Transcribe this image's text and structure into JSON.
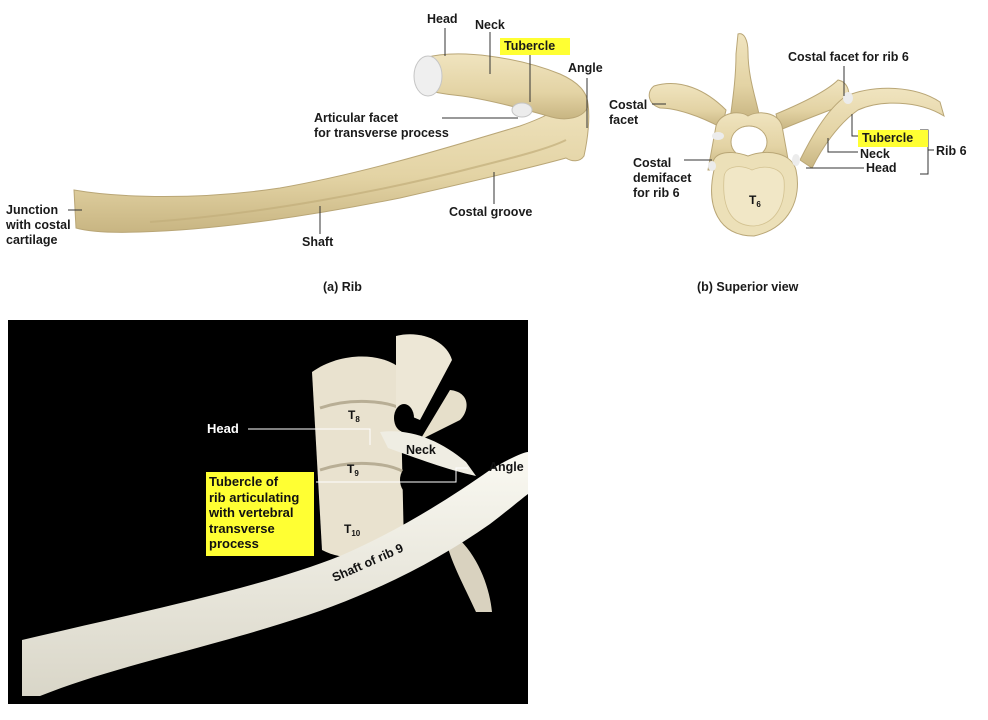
{
  "panel_a": {
    "labels": {
      "head": "Head",
      "neck": "Neck",
      "tubercle": "Tubercle",
      "angle": "Angle",
      "articular_facet": "Articular facet\nfor transverse process",
      "junction": "Junction\nwith costal\ncartilage",
      "shaft": "Shaft",
      "costal_groove": "Costal groove"
    },
    "caption": "(a) Rib"
  },
  "panel_b": {
    "labels": {
      "costal_facet_rib6": "Costal facet for rib 6",
      "costal_facet": "Costal\nfacet",
      "tubercle": "Tubercle",
      "neck": "Neck",
      "head": "Head",
      "rib6": "Rib 6",
      "costal_demifacet": "Costal\ndemifacet\nfor rib 6",
      "vertebra": "T",
      "vertebra_sub": "6"
    },
    "caption": "(b) Superior view"
  },
  "panel_c": {
    "labels": {
      "head": "Head",
      "neck": "Neck",
      "angle": "Angle",
      "tubercle_box": "Tubercle of\nrib articulating\nwith vertebral\ntransverse\nprocess",
      "shaft": "Shaft of rib 9",
      "t8": "T",
      "t8_sub": "8",
      "t9": "T",
      "t9_sub": "9",
      "t10": "T",
      "t10_sub": "10"
    }
  },
  "colors": {
    "highlight": "#ffff33",
    "bone": "#e6d7ab",
    "bone_shade": "#c9b685",
    "photo_bg": "#000000",
    "bone_photo": "#f2f0e6"
  }
}
